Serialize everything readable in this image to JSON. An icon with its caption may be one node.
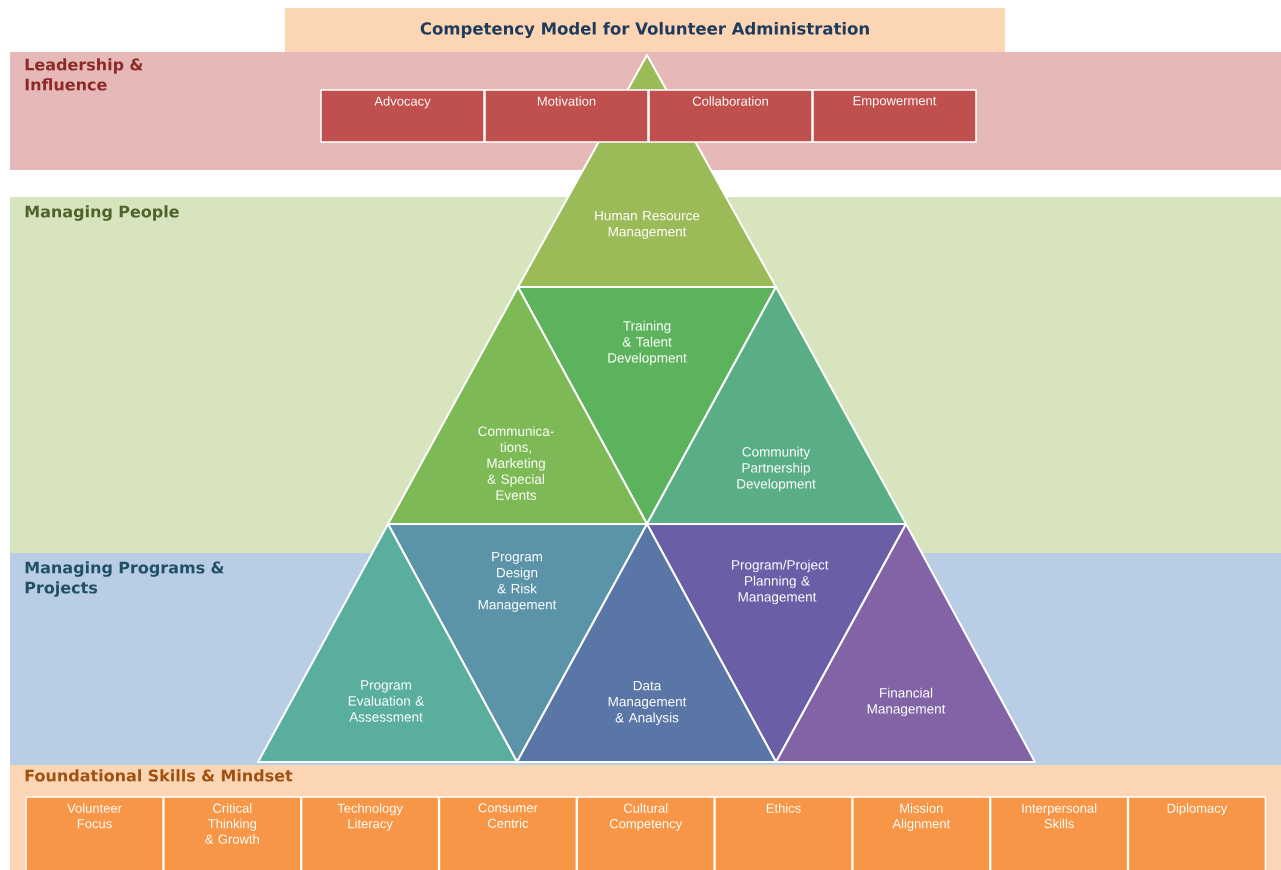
{
  "diagram": {
    "title": "Competency Model for Volunteer Administration",
    "nodes": [
      {
        "text": [
          "Leadership & Influence"
        ]
      },
      {
        "text": [
          "Advocacy"
        ],
        "in": 0
      },
      {
        "text": [
          "Motivation"
        ],
        "in": 0
      },
      {
        "text": [
          "Collaboration"
        ],
        "in": 0
      },
      {
        "text": [
          "Empowerment"
        ],
        "in": 0
      },
      {
        "text": [
          "Managing People"
        ]
      },
      {
        "text": [
          "Human Resource Management"
        ]
      },
      {
        "text": [
          "Training & Talent Development"
        ],
        "in": 5
      },
      {
        "text": [
          "Communica-tions, Marketing & Special Events"
        ],
        "in": 5
      },
      {
        "text": [
          "Community Partnership Development"
        ],
        "in": 5
      },
      {
        "text": [
          "Managing Programs & Projects"
        ]
      },
      {
        "text": [
          "Program Design & Risk Management"
        ]
      },
      {
        "text": [
          "Program/Project Planning & Management"
        ]
      },
      {
        "text": [
          "Program Evaluation & Assessment"
        ]
      },
      {
        "text": [
          "Financial Management"
        ]
      },
      {
        "text": [
          "Data Management & Analysis"
        ]
      },
      {
        "text": [
          "Foundational Skills & Mindset"
        ]
      },
      {
        "text": [
          "Volunteer Focus"
        ],
        "in": 16
      },
      {
        "text": [
          "Critical Thinking & Growth"
        ],
        "in": 16
      },
      {
        "text": [
          "Technology Literacy"
        ],
        "in": 16
      },
      {
        "text": [
          "Consumer Centric"
        ],
        "in": 16
      },
      {
        "text": [
          "Cultural Competency"
        ],
        "in": 16
      },
      {
        "text": [
          "Ethics"
        ],
        "in": 16
      },
      {
        "text": [
          "Mission Alignment"
        ],
        "in": 16
      },
      {
        "text": [
          "Interpersonal Skills"
        ],
        "in": 16
      },
      {
        "text": [
          "Diplomacy"
        ],
        "in": 16
      }
    ]
  }
}
